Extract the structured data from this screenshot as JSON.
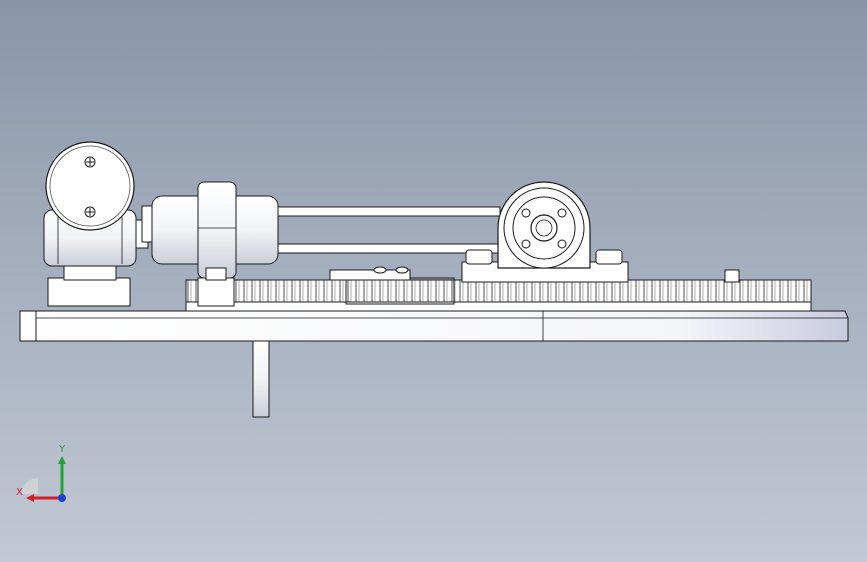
{
  "viewport": {
    "background_top": "#8995a8",
    "background_bottom": "#c2c9d4"
  },
  "model": {
    "part_fill": "#ffffff",
    "part_shade": "#cdd2dc",
    "edge_color": "#1a1a1a",
    "components": [
      "gear-motor",
      "hydraulic-cylinder",
      "pillow-block-bearing",
      "gear-rack",
      "base-plate",
      "support-post"
    ]
  },
  "triad": {
    "x_label": "X",
    "y_label": "Y",
    "x_color": "#d0202a",
    "y_color": "#22a03a",
    "z_color": "#2040d0"
  }
}
